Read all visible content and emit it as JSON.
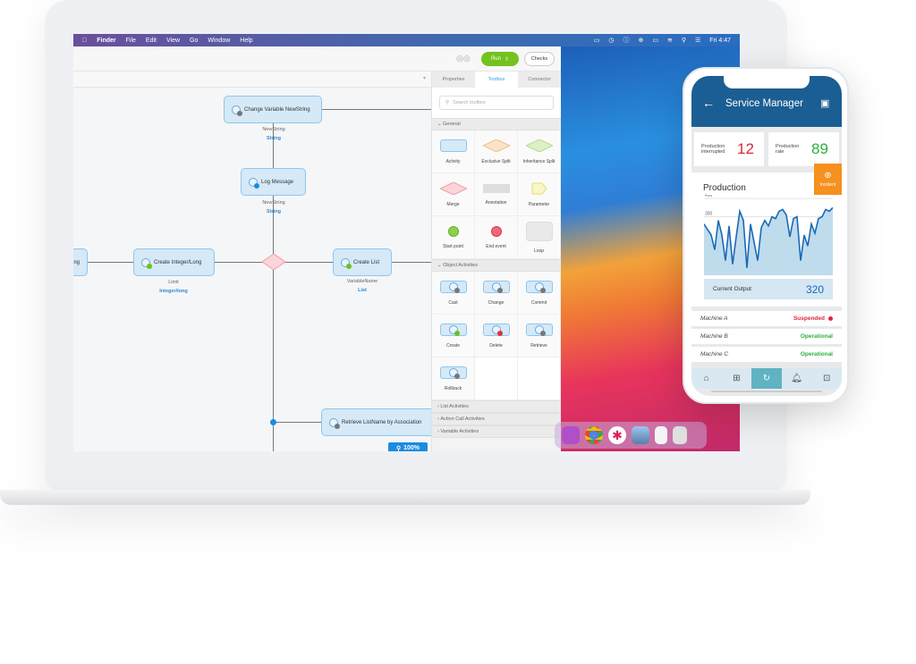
{
  "menubar": {
    "apple": "",
    "items": [
      "Finder",
      "File",
      "Edit",
      "View",
      "Go",
      "Window",
      "Help"
    ],
    "clock": "Fri 4:47"
  },
  "toolbar": {
    "run_label": "Run",
    "checks_label": "Checks"
  },
  "panel": {
    "tabs": [
      "Properties",
      "Toolbox",
      "Connector"
    ],
    "active_tab": "Toolbox",
    "search_placeholder": "Search toolbox",
    "sections": {
      "general": "General",
      "object": "Object Activities",
      "list": "List Activities",
      "action": "Action Call Activities",
      "variable": "Variable Activities"
    },
    "general_items": [
      "Activity",
      "Exclusive Split",
      "Inheritance Split",
      "Merge",
      "Annotation",
      "Parameter",
      "Start point",
      "End event",
      "Loop"
    ],
    "object_items": [
      "Cast",
      "Change",
      "Commit",
      "Create",
      "Delete",
      "Retrieve",
      "Rollback"
    ]
  },
  "canvas": {
    "nodes": {
      "change_var": "Change Variable NewString",
      "log": "Log Message",
      "create_int": "Create Integer/Long",
      "create_list": "Create List",
      "retrieve": "Retrieve ListName by Association",
      "left_partial": "ng"
    },
    "vars": {
      "newstring1": "NewString",
      "string1": "String",
      "newstring2": "NewString",
      "string2": "String",
      "limit": "Limit",
      "intlong": "Integer/long",
      "varname": "VariableName",
      "list": "List"
    },
    "zoom": "100%"
  },
  "phone": {
    "title": "Service Manager",
    "kpi": [
      {
        "label": "Production interrupted",
        "value": "12",
        "color": "#d9283a"
      },
      {
        "label": "Production rate",
        "value": "89",
        "color": "#2fae3e"
      }
    ],
    "incident_label": "Incident",
    "production_title": "Production",
    "current_output_label": "Current Output",
    "current_output_value": "320",
    "machines": [
      {
        "name": "Machine A",
        "status": "Suspended",
        "color": "#d9283a"
      },
      {
        "name": "Machine B",
        "status": "Operational",
        "color": "#2fae3e"
      },
      {
        "name": "Machine C",
        "status": "Operational",
        "color": "#2fae3e"
      }
    ],
    "nav": [
      "home",
      "hierarchy",
      "refresh",
      "bell",
      "more"
    ],
    "active_nav": "refresh"
  },
  "chart_data": {
    "type": "area",
    "ytick_labels": [
      "400",
      "300"
    ],
    "yticks": [
      400,
      300
    ],
    "ylim": [
      -20,
      420
    ],
    "values": [
      260,
      230,
      200,
      120,
      280,
      200,
      60,
      250,
      40,
      190,
      330,
      280,
      20,
      260,
      160,
      60,
      240,
      280,
      250,
      300,
      290,
      330,
      340,
      310,
      190,
      290,
      300,
      60,
      200,
      140,
      260,
      210,
      290,
      300,
      340,
      330,
      350
    ]
  }
}
